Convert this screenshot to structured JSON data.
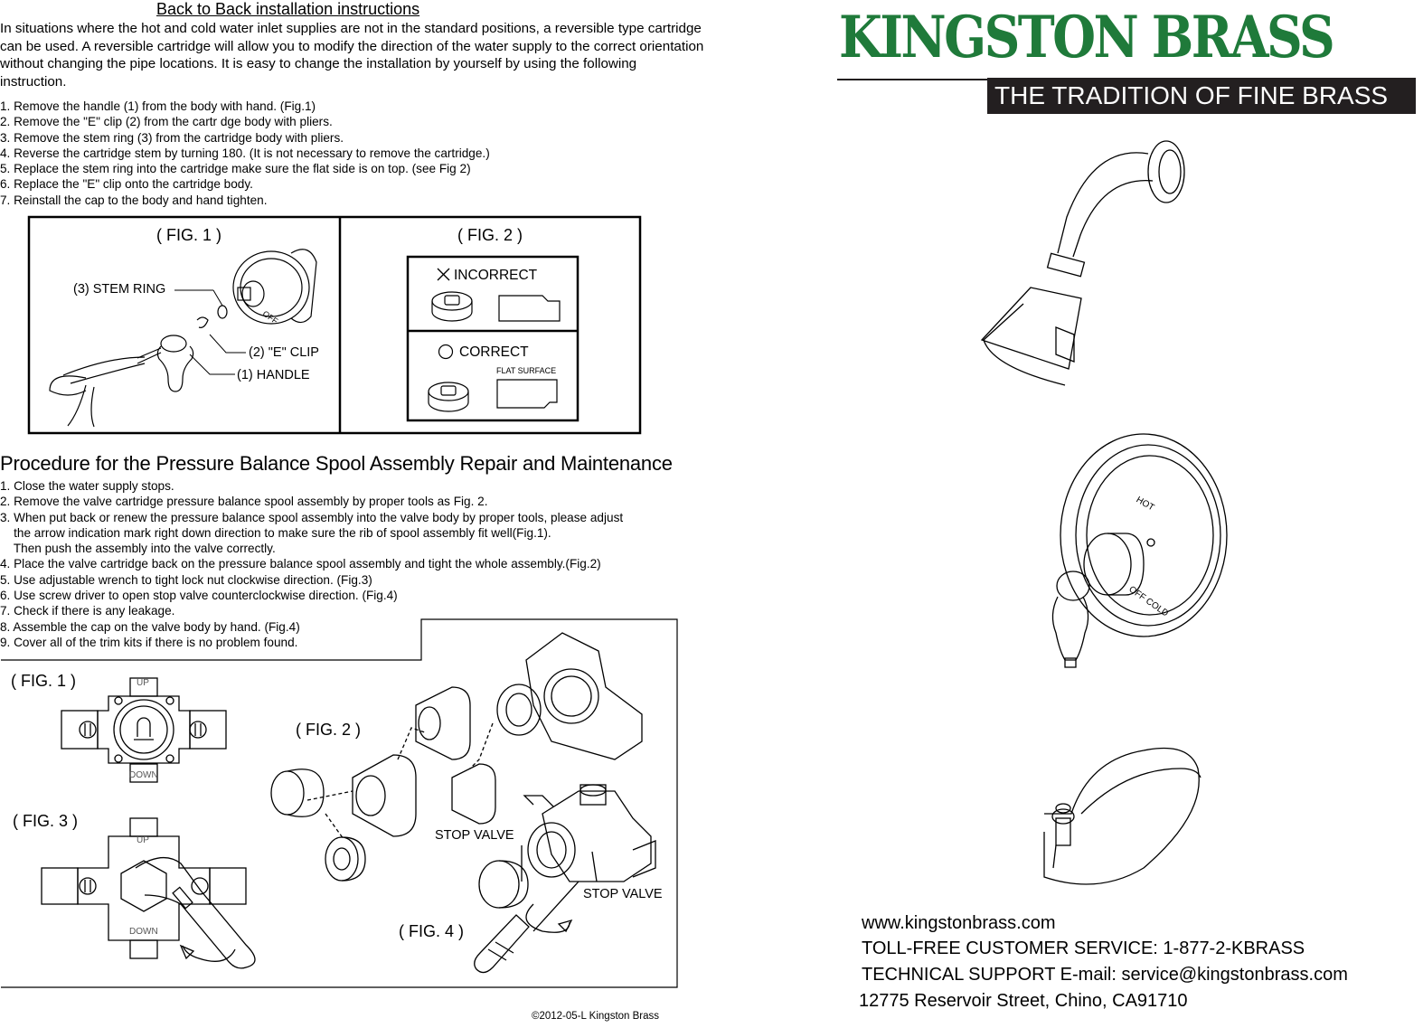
{
  "left": {
    "section1_title": "Back to Back installation instructions",
    "intro": "In situations where the hot and cold water inlet supplies are not in the standard positions, a reversible type cartridge can be used.  A reversible cartridge will allow you to modify the direction of the water supply to the correct orientation without changing the pipe locations.  It is easy to change the installation by yourself by using the following instruction.",
    "steps1": [
      "1. Remove the handle (1) from the body with hand. (Fig.1)",
      "2. Remove the \"E\" clip (2) from the cartr dge body with pliers.",
      "3. Remove the stem ring (3) from the cartridge body with pliers.",
      "4. Reverse the cartridge stem by turning 180. (It is not necessary to remove the cartridge.)",
      "5. Replace the stem ring into the cartridge make sure the flat side is on top. (see Fig 2)",
      "6. Replace the \"E\" clip onto the cartridge body.",
      "7. Reinstall the cap to the body and hand tighten."
    ],
    "box1": {
      "fig1": "( FIG. 1 )",
      "fig2": "( FIG. 2 )",
      "stem_ring": "(3) STEM RING",
      "e_clip": "(2) \"E\" CLIP",
      "handle": "(1) HANDLE",
      "off": "OFF",
      "incorrect": "INCORRECT",
      "correct": "CORRECT",
      "flat_surface": "FLAT SURFACE"
    },
    "section2_title": "Procedure for the Pressure Balance Spool Assembly Repair and Maintenance",
    "steps2": [
      "1. Close the water supply stops.",
      "2. Remove the valve cartridge pressure balance spool assembly by proper tools as Fig. 2.",
      "3. When put back or renew the pressure balance spool assembly into the valve body by proper tools, please adjust",
      "    the arrow indication mark right down direction to make sure the rib of spool assembly fit well(Fig.1).",
      "    Then push the assembly into the valve correctly.",
      "4. Place the valve cartridge back on the pressure balance spool assembly and tight the whole assembly.(Fig.2)",
      "5. Use adjustable wrench to tight lock nut clockwise direction. (Fig.3)",
      "6. Use screw driver to open stop valve counterclockwise direction. (Fig.4)",
      "7. Check if there is any leakage.",
      "8. Assemble the cap on the valve body by hand. (Fig.4)",
      "9. Cover all of the trim kits if there is no problem found."
    ],
    "box2": {
      "fig1": "( FIG. 1 )",
      "fig2": "( FIG. 2 )",
      "fig3": "( FIG. 3 )",
      "fig4": "( FIG. 4 )",
      "up": "UP",
      "down": "DOWN",
      "stop_valve": "STOP VALVE"
    },
    "copyright": "©2012-05-L  Kingston Brass"
  },
  "right": {
    "logo": "KINGSTON BRASS",
    "tagline": "THE TRADITION OF FINE BRASS",
    "hot": "HOT",
    "off_cold": "OFF COLD",
    "website": "www.kingstonbrass.com",
    "toll_free": "TOLL-FREE CUSTOMER SERVICE: 1-877-2-KBRASS",
    "tech_support": "TECHNICAL SUPPORT E-mail: service@kingstonbrass.com",
    "address": "12775 Reservoir Street, Chino, CA91710"
  },
  "colors": {
    "brand_green": "#1f7a3a",
    "tagline_bg": "#231f20"
  }
}
